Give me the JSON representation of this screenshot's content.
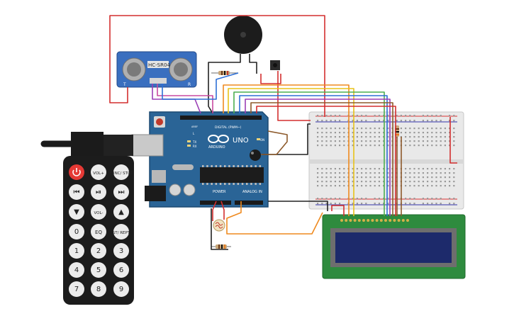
{
  "sensor": {
    "label": "HC-SR04",
    "t_mark": "T",
    "r_mark": "R"
  },
  "arduino": {
    "brand": "ARDUINO",
    "model": "UNO",
    "digital_label": "DIGITAL (PWM~)",
    "power_label": "POWER",
    "analog_label": "ANALOG IN",
    "tx": "TX",
    "rx": "RX",
    "on": "ON",
    "l": "L",
    "aref": "AREF"
  },
  "remote": {
    "buttons": [
      "",
      "VOL+",
      "FUNC/ STOP",
      "⏮",
      "⏯",
      "⏭",
      "▼",
      "VOL-",
      "▲",
      "0",
      "EQ",
      "ST/ REPT",
      "1",
      "2",
      "3",
      "4",
      "5",
      "6",
      "7",
      "8",
      "9"
    ]
  },
  "colors": {
    "board": "#2a6496",
    "breadboard": "#e8e8e8",
    "lcd_pcb": "#2e8b3e",
    "lcd_screen": "#1d2a6b",
    "wire_red": "#d32f2f",
    "wire_black": "#222222",
    "wire_orange": "#ef8a1f",
    "wire_yellow": "#e8c21a",
    "wire_green": "#4caf50",
    "wire_blue": "#2d6fd6",
    "wire_purple": "#9b3fb5",
    "wire_brown": "#8d5a2b",
    "wire_pink": "#c84aa0"
  }
}
